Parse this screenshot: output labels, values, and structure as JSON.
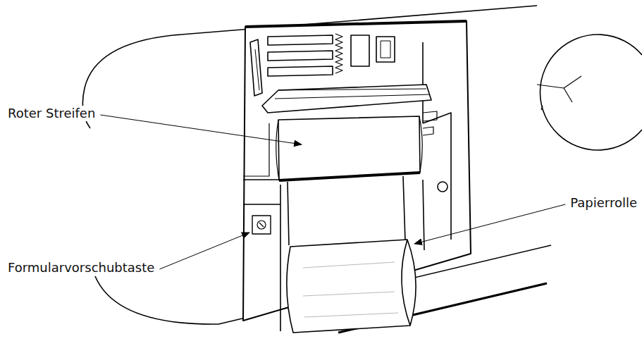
{
  "diagram": {
    "labels": [
      "Roter Streifen",
      "Formularvorschubtaste",
      "Papierrolle"
    ]
  }
}
